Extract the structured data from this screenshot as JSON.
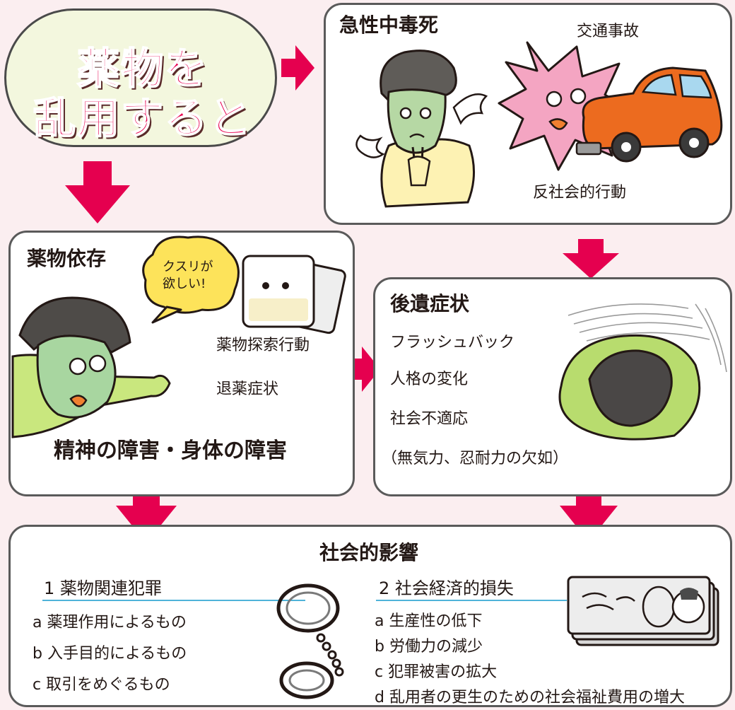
{
  "start": {
    "line1": "薬物を",
    "line2": "乱用すると"
  },
  "acute": {
    "title": "急性中毒死",
    "traffic": "交通事故",
    "antisocial": "反社会的行動",
    "illustrations": [
      "angel-person-icon",
      "explosion-face-icon",
      "car-icon"
    ]
  },
  "dependence": {
    "title": "薬物依存",
    "speech": [
      "クスリが",
      "欲しい!"
    ],
    "search": "薬物探索行動",
    "withdrawal": "退薬症状",
    "disorder": "精神の障害・身体の障害",
    "illustrations": [
      "reaching-person-icon",
      "drug-packet-icon"
    ]
  },
  "sequelae": {
    "title": "後遺症状",
    "items": [
      "フラッシュバック",
      "人格の変化",
      "社会不適応",
      "（無気力、忍耐力の欠如）"
    ],
    "illustrations": [
      "distressed-person-icon"
    ]
  },
  "social": {
    "title": "社会的影響",
    "crime": {
      "heading": "1 薬物関連犯罪",
      "items": [
        "a 薬理作用によるもの",
        "b 入手目的によるもの",
        "c 取引をめぐるもの"
      ]
    },
    "econ": {
      "heading": "2 社会経済的損失",
      "items": [
        "a 生産性の低下",
        "b 労働力の減少",
        "c 犯罪被害の拡大",
        "d 乱用者の更生のための社会福祉費用の増大"
      ]
    },
    "illustrations": [
      "handcuffs-icon",
      "banknotes-icon"
    ]
  },
  "colors": {
    "arrow": "#e5004f",
    "box_border": "#5a5a5a",
    "start_fill": "#f3f7de",
    "background": "#fbeef0",
    "rule": "#4fb3d9"
  }
}
